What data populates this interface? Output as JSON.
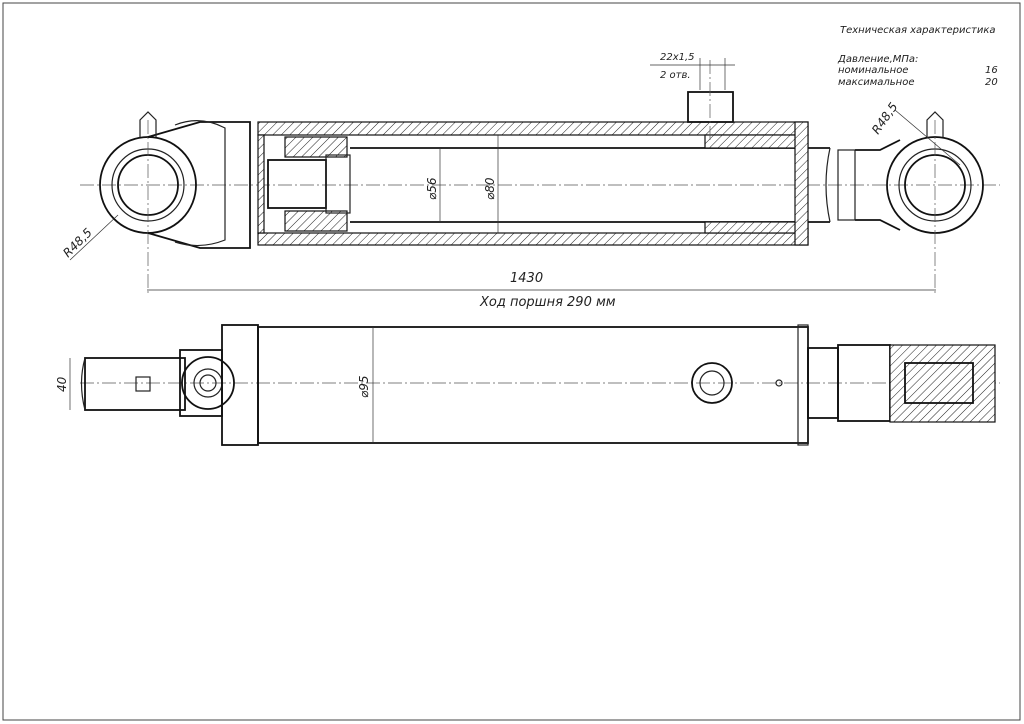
{
  "specs": {
    "title": "Техническая характеристика",
    "pressure_label": "Давление,МПа:",
    "rows": [
      {
        "label": "номинальное",
        "value": "16"
      },
      {
        "label": "максимальное",
        "value": "20"
      }
    ]
  },
  "port": {
    "thread": "22x1,5",
    "count": "2 отв."
  },
  "dims": {
    "radius_left": "R48,5",
    "radius_right": "R48,5",
    "rod_dia": "⌀56",
    "bore_dia": "⌀80",
    "length": "1430",
    "stroke": "Ход поршня 290 мм",
    "width": "40",
    "tube_dia": "⌀95"
  }
}
